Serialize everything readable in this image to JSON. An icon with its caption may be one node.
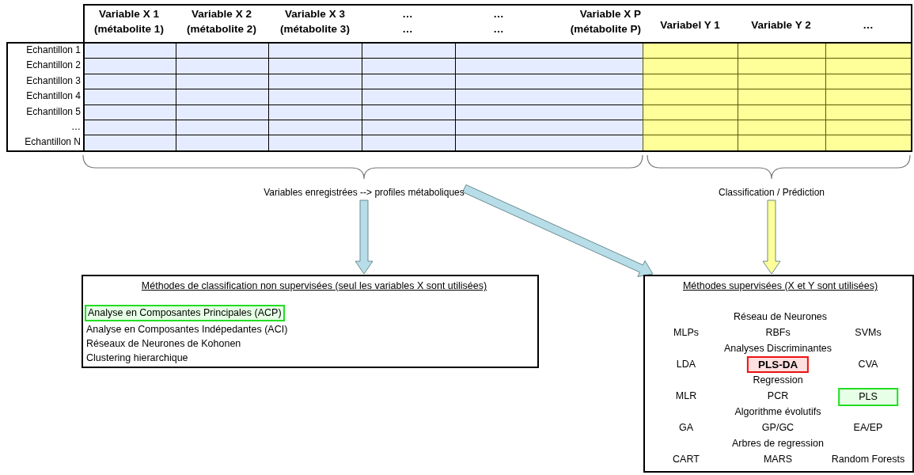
{
  "diagram": {
    "nodes": [
      {
        "text": [
          "Variables enregistrées --> profiles métaboliques"
        ]
      },
      {
        "text": [
          "Classification / Prédiction"
        ]
      },
      {
        "text": [
          "Méthodes de classification non supervisées (seul les variables X sont utilisées)",
          "Analyse en Composantes Indépedantes (ACI)",
          "Réseaux de Neurones de Kohonen",
          "Clustering hierarchique"
        ]
      },
      {
        "text": [
          "Analyse en Composantes Principales (ACP)"
        ],
        "in": 2
      },
      {
        "text": [
          "Méthodes supervisées (X et Y sont utilisées)",
          "Réseau de Neurones",
          "MLPs",
          "RBFs",
          "SVMs",
          "Analyses Discriminantes",
          "LDA",
          "CVA",
          "Regression",
          "MLR",
          "PCR",
          "Algorithme évolutifs",
          "GA",
          "GP/GC",
          "EA/EP",
          "Arbres de regression",
          "CART",
          "MARS",
          "Random Forests"
        ]
      },
      {
        "text": [
          "PLS-DA"
        ],
        "in": 4
      },
      {
        "text": [
          "PLS"
        ],
        "in": 4
      }
    ],
    "edges": [
      {
        "from": 0,
        "to": 2,
        "arrow": "to"
      },
      {
        "from": 0,
        "to": 4,
        "arrow": "to"
      },
      {
        "from": 1,
        "to": 4,
        "arrow": "to",
        "color": "#ffff99"
      }
    ],
    "labels": [
      "Variable X 1 (métabolite 1)",
      "Variable X 2 (métabolite 2)",
      "Variable X 3 (métabolite 3)",
      "… …",
      "… …",
      "Variable X P (métabolite P)",
      "Variabel Y 1",
      "Variable Y 2",
      "…",
      "Echantillon 1",
      "Echantillon 2",
      "Echantillon 3",
      "Echantillon 4",
      "Echantillon 5",
      "…",
      "Echantillon N"
    ]
  }
}
